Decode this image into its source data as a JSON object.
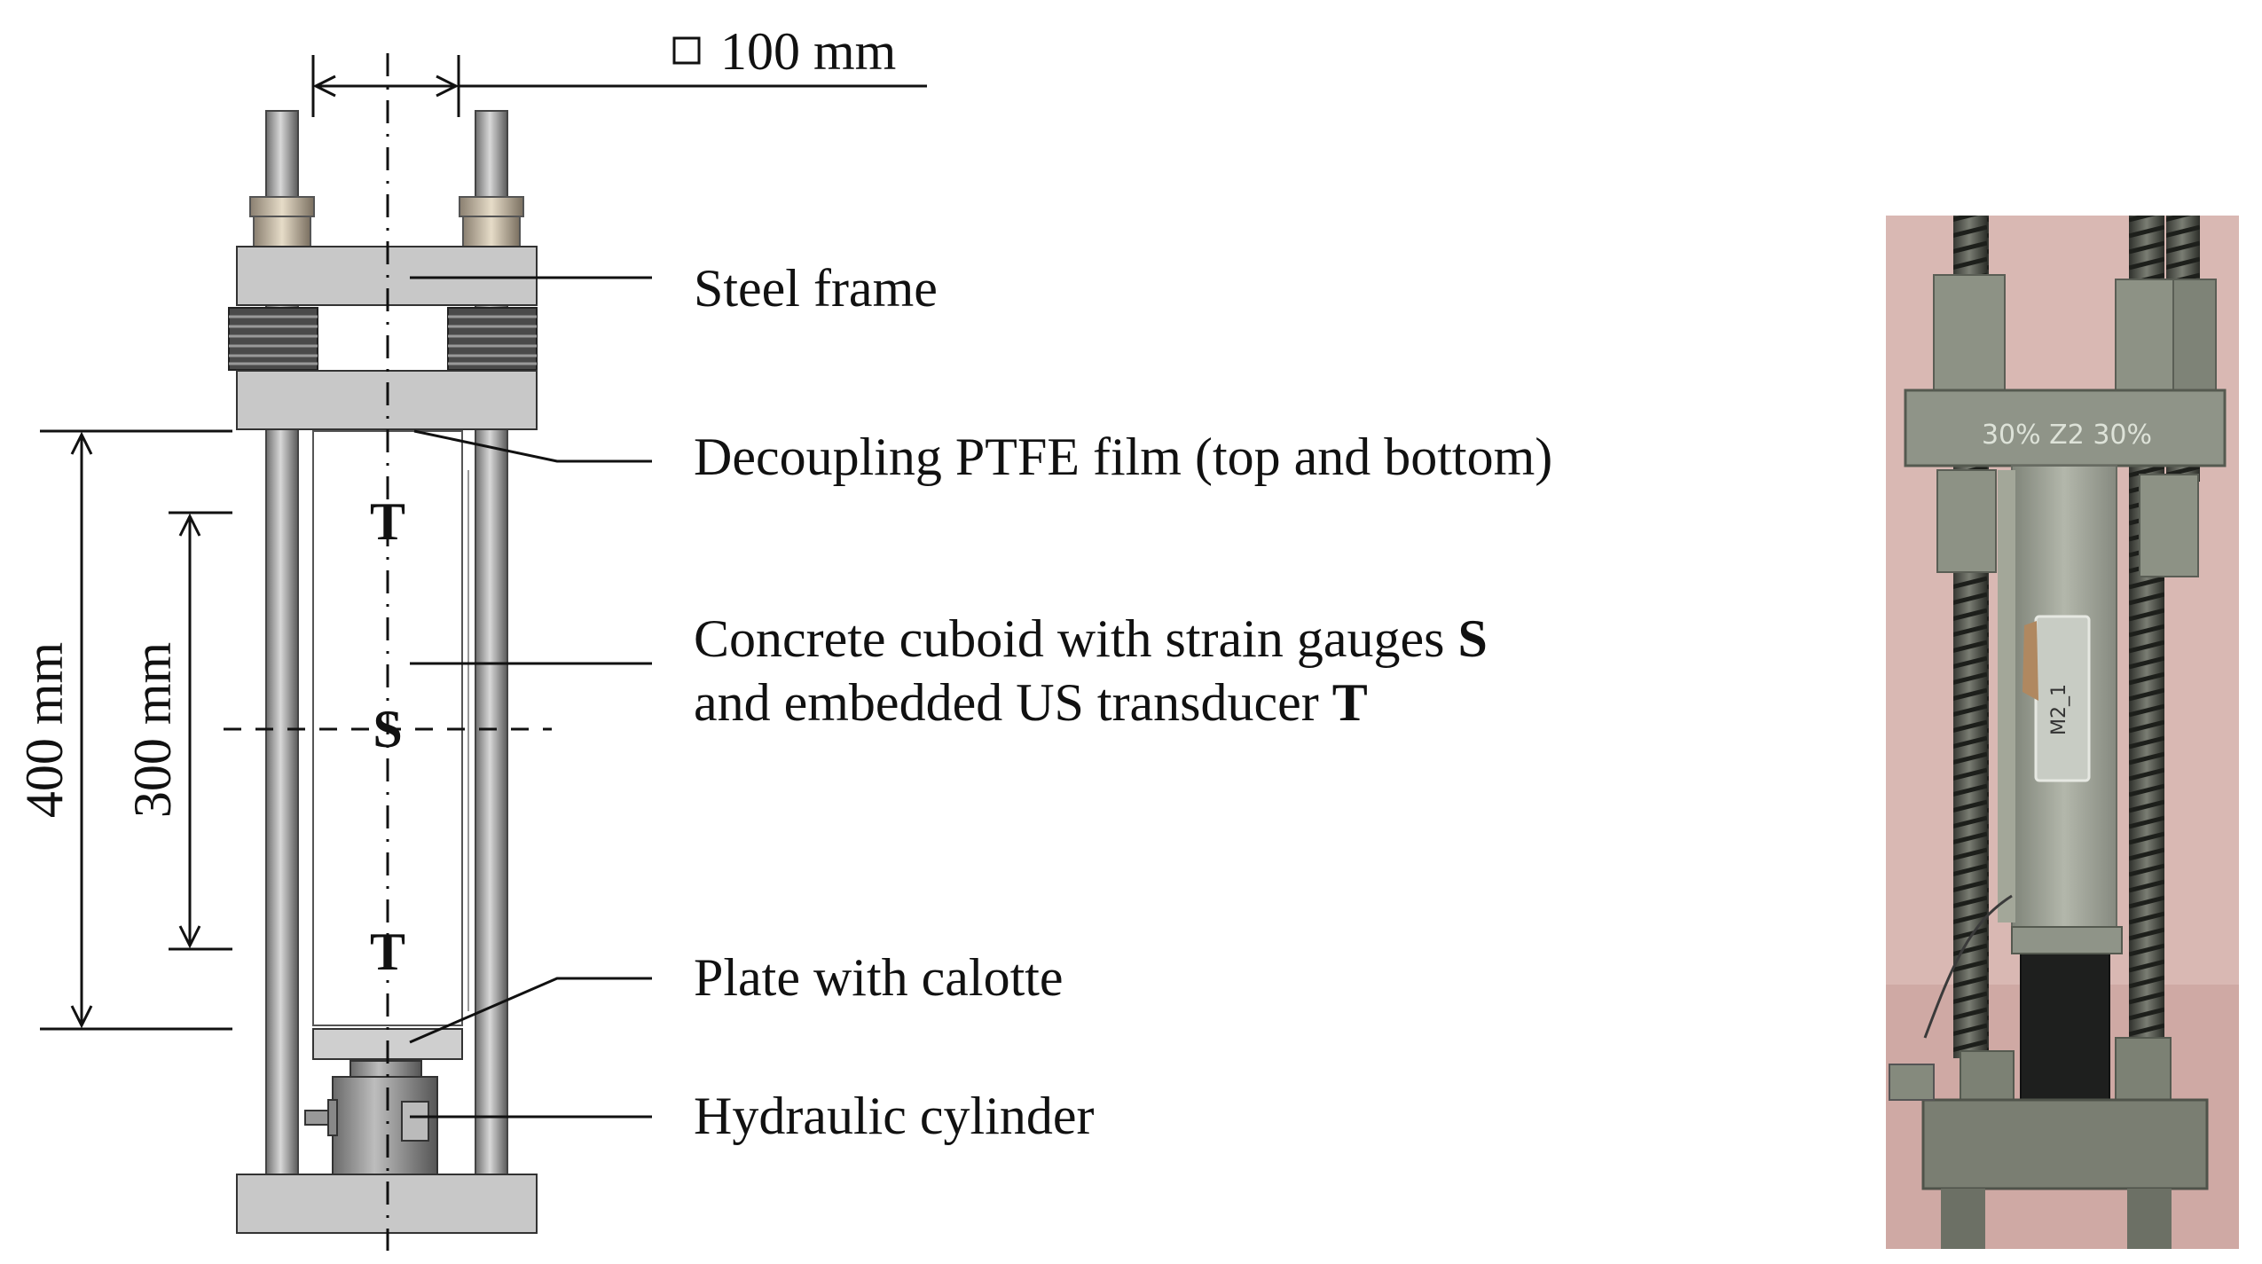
{
  "dimensions": {
    "width_label": "100 mm",
    "height_outer_label": "400 mm",
    "height_inner_label": "300 mm"
  },
  "labels": {
    "steel_frame": "Steel frame",
    "ptfe_film": "Decoupling PTFE film (top and bottom)",
    "cuboid_line1_text": "Concrete cuboid with strain gauges ",
    "cuboid_line1_symbol": "S",
    "cuboid_line2_text": "and embedded US transducer ",
    "cuboid_line2_symbol": "T",
    "plate": "Plate with calotte",
    "cylinder": "Hydraulic cylinder"
  },
  "markers": {
    "transducer_top": "T",
    "strain_gauge": "S",
    "transducer_bottom": "T"
  },
  "photo": {
    "specimen_marking": "30% Z2 30%",
    "gauge_tag": "M2_1"
  },
  "colors": {
    "steel": "#c9c9c9",
    "concrete_photo": "#9ea397",
    "background_photo": "#d9b8b3",
    "rod_photo": "#4a4c45"
  }
}
